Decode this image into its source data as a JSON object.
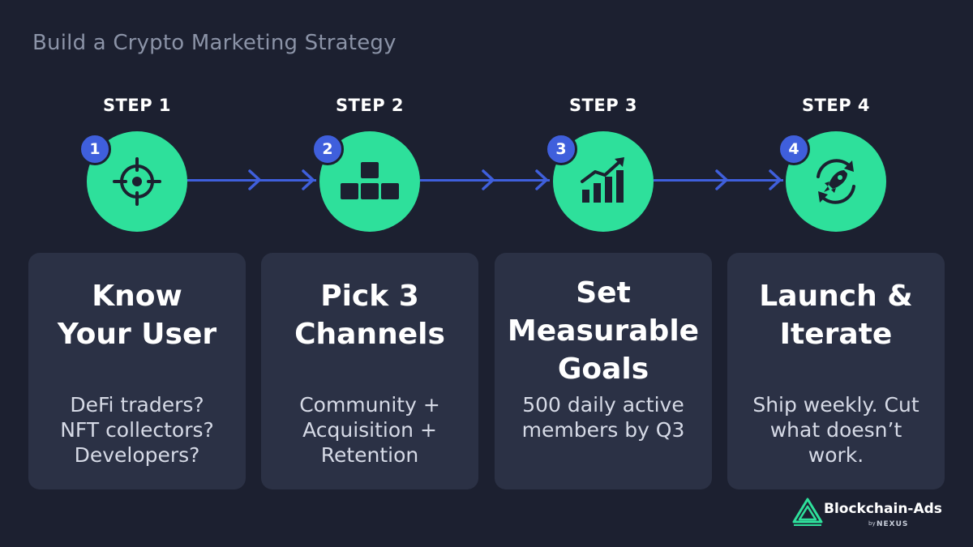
{
  "title": "Build a Crypto Marketing Strategy",
  "steps": [
    {
      "label": "STEP 1",
      "number": "1",
      "icon": "target-icon",
      "title": "Know\nYour User",
      "description": "DeFi traders?\nNFT collectors?\nDevelopers?"
    },
    {
      "label": "STEP 2",
      "number": "2",
      "icon": "blocks-icon",
      "title": "Pick 3\nChannels",
      "description": "Community +\nAcquisition +\nRetention"
    },
    {
      "label": "STEP 3",
      "number": "3",
      "icon": "growth-chart-icon",
      "title": "Set\nMeasurable\nGoals",
      "description": "500 daily active\nmembers by Q3"
    },
    {
      "label": "STEP 4",
      "number": "4",
      "icon": "rocket-cycle-icon",
      "title": "Launch &\nIterate",
      "description": "Ship weekly. Cut\nwhat doesn’t\nwork."
    }
  ],
  "brand": {
    "name": "Blockchain-Ads",
    "by": "by",
    "parent": "NEXUS"
  },
  "colors": {
    "background": "#1c2030",
    "card": "#2b3145",
    "accent_green": "#2ee09b",
    "accent_blue": "#3f5fdc",
    "title_gray": "#8b93a7"
  }
}
